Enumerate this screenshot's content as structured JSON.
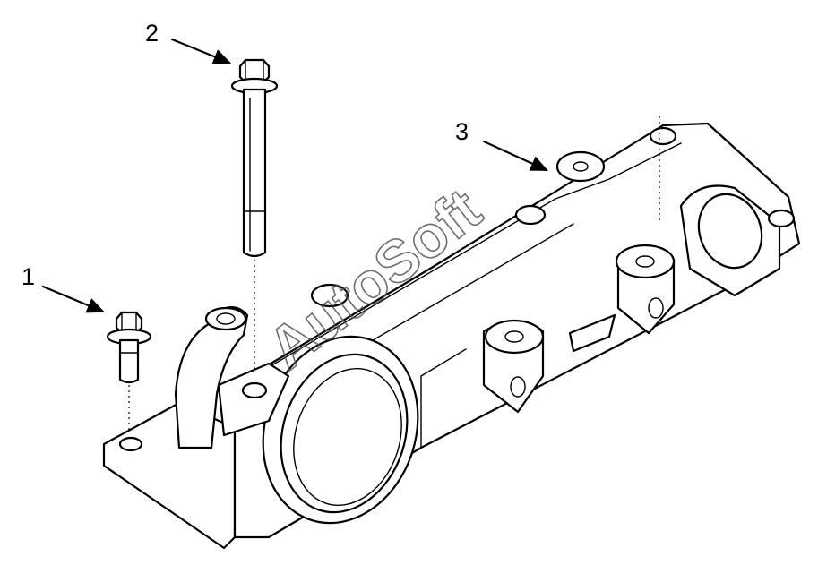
{
  "callouts": [
    {
      "label": "1",
      "part": "short-bolt"
    },
    {
      "label": "2",
      "part": "long-bolt"
    },
    {
      "label": "3",
      "part": "housing"
    }
  ],
  "watermark": "AutoSoft"
}
